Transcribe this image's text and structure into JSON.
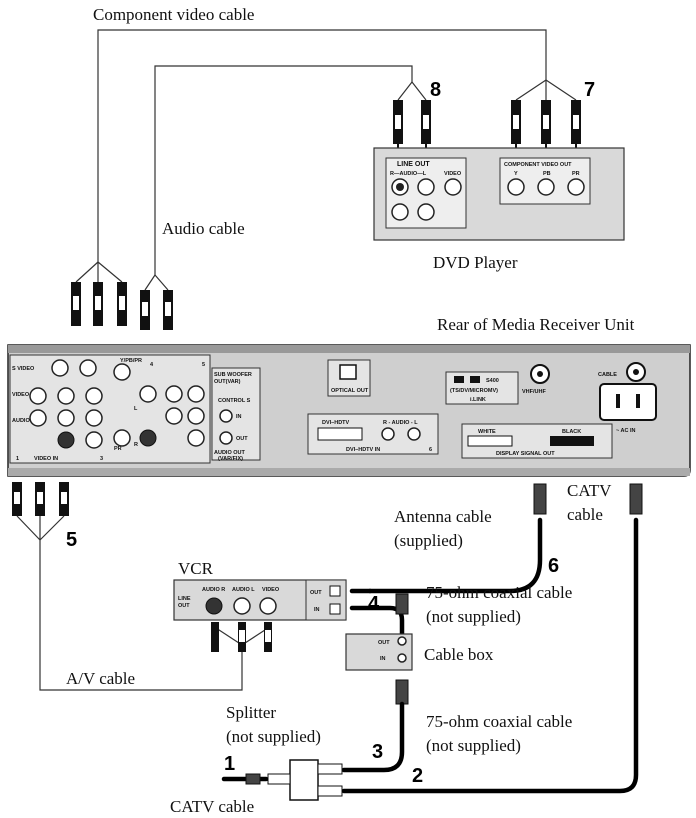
{
  "labels": {
    "component_video_cable": "Component video cable",
    "audio_cable": "Audio cable",
    "dvd_player": "DVD Player",
    "rear_of_unit": "Rear of Media Receiver Unit",
    "vcr": "VCR",
    "antenna_cable_1": "Antenna cable",
    "antenna_cable_2": "(supplied)",
    "catv_cable_right_1": "CATV",
    "catv_cable_right_2": "cable",
    "coax_1_line1": "75-ohm coaxial cable",
    "coax_1_line2": "(not supplied)",
    "cable_box": "Cable box",
    "coax_2_line1": "75-ohm coaxial cable",
    "coax_2_line2": "(not supplied)",
    "av_cable": "A/V cable",
    "splitter_1": "Splitter",
    "splitter_2": "(not supplied)",
    "catv_cable_bottom": "CATV cable"
  },
  "numbers": {
    "n1": "1",
    "n2": "2",
    "n3": "3",
    "n4": "4",
    "n5": "5",
    "n6": "6",
    "n7": "7",
    "n8": "8"
  },
  "dvd_panel": {
    "line_out": "LINE OUT",
    "r_audio_l": "R—AUDIO—L",
    "video": "VIDEO",
    "component_out": "COMPONENT VIDEO OUT",
    "y": "Y",
    "pb": "PB",
    "pr": "PR"
  },
  "receiver_panel": {
    "s_video": "S VIDEO",
    "video": "VIDEO",
    "audio": "AUDIO",
    "video_in": "VIDEO IN",
    "in_1": "1",
    "in_3": "3",
    "in_4": "4",
    "in_5": "5",
    "y_pb_pr": "Y/PB/PR",
    "pr": "PR",
    "l": "L",
    "r": "R",
    "subwoofer_1": "SUB WOOFER",
    "subwoofer_2": "OUT(VAR)",
    "control_s": "CONTROL S",
    "in": "IN",
    "out": "OUT",
    "audio_out_1": "AUDIO OUT",
    "audio_out_2": "(VAR/FIX)",
    "optical_out": "OPTICAL OUT",
    "dvi_hdtv": "DVI–HDTV",
    "r_audio_l": "R - AUDIO - L",
    "dvi_hdtv_in": "DVI–HDTV IN",
    "six": "6",
    "ilink_ts": "(TS/DV/MICROMV)",
    "ilink": "i.LINK",
    "s400": "S400",
    "vhf_uhf": "VHF/UHF",
    "cable": "CABLE",
    "white": "WHITE",
    "black": "BLACK",
    "display_signal_out": "DISPLAY SIGNAL OUT",
    "ac_in": "~ AC IN"
  },
  "vcr_panel": {
    "audio_r": "AUDIO R",
    "audio_l": "AUDIO L",
    "video": "VIDEO",
    "line_out_1": "LINE",
    "line_out_2": "OUT",
    "out": "OUT",
    "in": "IN"
  },
  "cable_box_panel": {
    "out": "OUT",
    "in": "IN"
  }
}
